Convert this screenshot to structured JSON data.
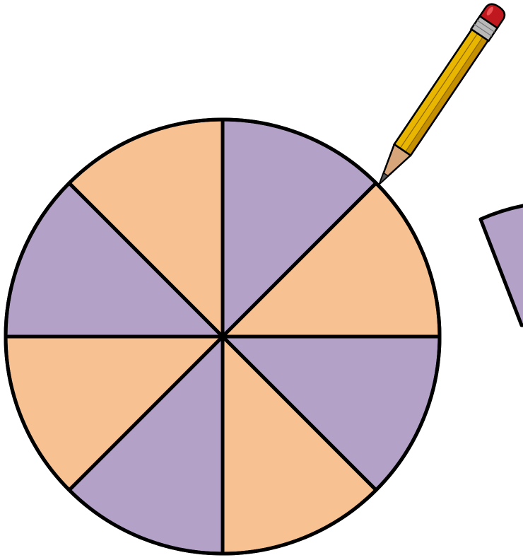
{
  "colors": {
    "purple": "#b3a1c8",
    "orange": "#f8c192",
    "outline": "#000000",
    "background": "#ffffff",
    "pencil_body": "#e8b600",
    "pencil_body_shade": "#c48f00",
    "pencil_ferrule": "#b9b9b9",
    "pencil_eraser": "#c0181f",
    "pencil_wood": "#d7a57a",
    "pencil_lead": "#555555"
  },
  "circle": {
    "slice_count": 8,
    "slice_colors": [
      "purple",
      "orange",
      "purple",
      "orange",
      "purple",
      "orange",
      "purple",
      "orange"
    ]
  },
  "partial_piece": {
    "color": "purple"
  },
  "pencil": {
    "icon": "pencil-icon"
  }
}
